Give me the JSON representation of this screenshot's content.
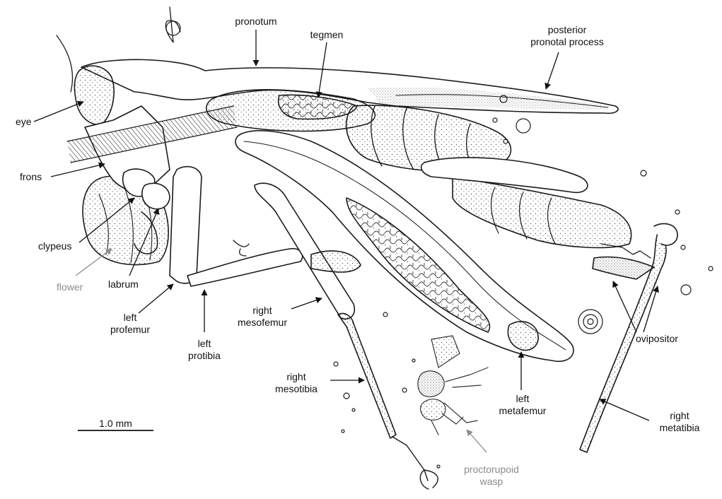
{
  "labels": {
    "pronotum": "pronotum",
    "tegmen": "tegmen",
    "posterior_pronotal_process": [
      "posterior",
      "pronotal process"
    ],
    "eye": "eye",
    "frons": "frons",
    "clypeus": "clypeus",
    "flower": "flower",
    "labrum": "labrum",
    "left_profemur": [
      "left",
      "profemur"
    ],
    "left_protibia": [
      "left",
      "protibia"
    ],
    "right_mesofemur": [
      "right",
      "mesofemur"
    ],
    "right_mesotibia": [
      "right",
      "mesotibia"
    ],
    "ovipositor": "ovipositor",
    "left_metafemur": [
      "left",
      "metafemur"
    ],
    "right_metatibia": [
      "right",
      "metatibia"
    ],
    "proctorupoid_wasp": [
      "proctorupoid",
      "wasp"
    ]
  },
  "scale_bar": {
    "label": "1.0 mm"
  },
  "colors": {
    "line": "#1a1a1a",
    "stipple": "#555555",
    "gray_label": "#8c8c8c"
  }
}
